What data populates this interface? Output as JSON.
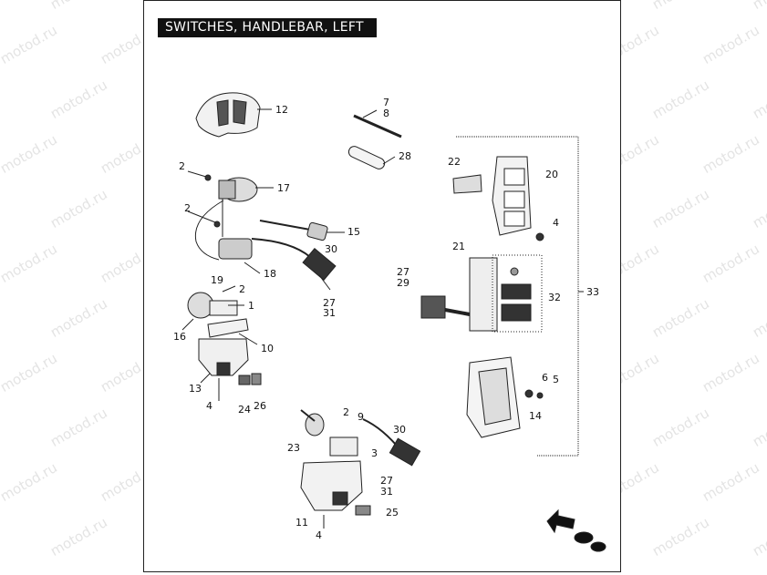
{
  "title": "SWITCHES, HANDLEBAR, LEFT",
  "watermark": "motod.ru",
  "callouts": {
    "c12": "12",
    "c7": "7",
    "c8": "8",
    "c28": "28",
    "c2a": "2",
    "c17": "17",
    "c2b": "2",
    "c15": "15",
    "c30a": "30",
    "c18": "18",
    "c27a": "27",
    "c31a": "31",
    "c19": "19",
    "c2c": "2",
    "c1": "1",
    "c16": "16",
    "c10": "10",
    "c13": "13",
    "c4a": "4",
    "c24": "24",
    "c26": "26",
    "c22": "22",
    "c20": "20",
    "c4b": "4",
    "c21": "21",
    "c27b": "27",
    "c29": "29",
    "c32": "32",
    "c33": "33",
    "c6": "6",
    "c5": "5",
    "c14": "14",
    "c2d": "2",
    "c9": "9",
    "c30b": "30",
    "c23": "23",
    "c3": "3",
    "c27c": "27",
    "c31b": "31",
    "c11": "11",
    "c25": "25",
    "c4c": "4"
  }
}
